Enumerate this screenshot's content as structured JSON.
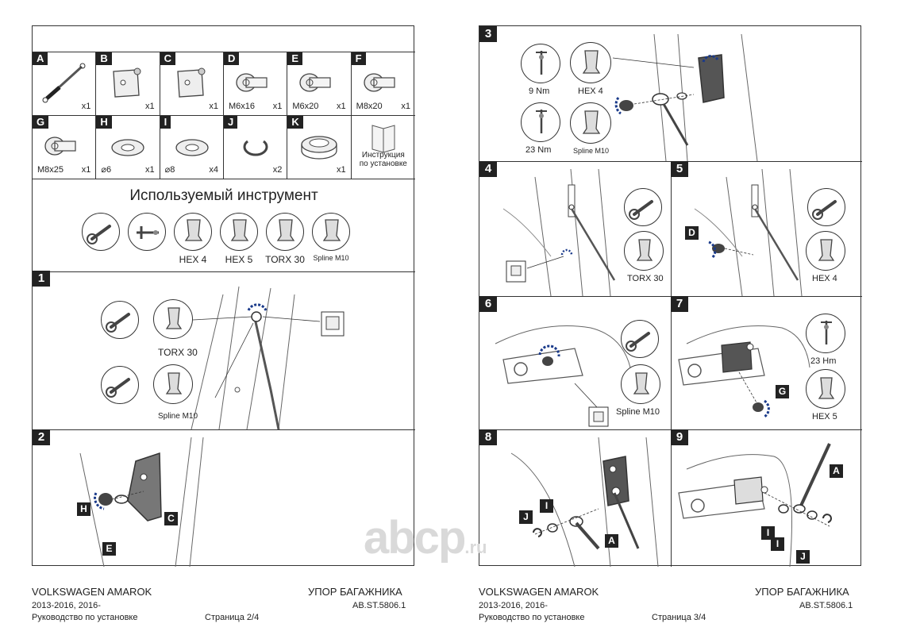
{
  "left_page": {
    "parts": [
      {
        "letter": "A",
        "size": "",
        "qty": "x1",
        "icon": "gas-strut-icon"
      },
      {
        "letter": "B",
        "size": "",
        "qty": "x1",
        "icon": "bracket-plate-icon"
      },
      {
        "letter": "C",
        "size": "",
        "qty": "x1",
        "icon": "bracket-plate-icon"
      },
      {
        "letter": "D",
        "size": "M6x16",
        "qty": "x1",
        "icon": "bolt-icon"
      },
      {
        "letter": "E",
        "size": "M6x20",
        "qty": "x1",
        "icon": "bolt-icon"
      },
      {
        "letter": "F",
        "size": "M8x20",
        "qty": "x1",
        "icon": "bolt-icon"
      },
      {
        "letter": "G",
        "size": "M8x25",
        "qty": "x1",
        "icon": "bolt-icon"
      },
      {
        "letter": "H",
        "size": "⌀6",
        "qty": "x1",
        "icon": "washer-icon"
      },
      {
        "letter": "I",
        "size": "⌀8",
        "qty": "x4",
        "icon": "washer-icon"
      },
      {
        "letter": "J",
        "size": "",
        "qty": "x2",
        "icon": "clip-icon"
      },
      {
        "letter": "K",
        "size": "",
        "qty": "x1",
        "icon": "grommet-icon"
      }
    ],
    "manual_label": "Инструкция по установке",
    "tools_title": "Используемый инструмент",
    "tools": [
      "",
      "",
      "HEX 4",
      "HEX 5",
      "TORX 30",
      "Spline M10"
    ],
    "step1": {
      "num": "1",
      "tool1": "TORX 30",
      "tool2": "Spline M10"
    },
    "step2": {
      "num": "2",
      "callouts": [
        "H",
        "C",
        "E"
      ]
    },
    "footer": {
      "brand": "VOLKSWAGEN AMAROK",
      "years": "2013-2016, 2016-",
      "doc": "Руководство по установке",
      "page": "Страница 2/4",
      "product": "УПОР БАГАЖНИКА",
      "code": "AB.ST.5806.1"
    }
  },
  "right_page": {
    "step3": {
      "num": "3",
      "torque1": "9 Nm",
      "tool1": "HEX 4",
      "torque2": "23 Nm",
      "tool2": "Spline M10"
    },
    "step4": {
      "num": "4"
    },
    "step5": {
      "num": "5",
      "tool": "HEX 4",
      "callout": "D"
    },
    "step4_tool": "TORX 30",
    "step6": {
      "num": "6",
      "tool": "Spline M10"
    },
    "step7": {
      "num": "7",
      "torque": "23 Hm",
      "tool": "HEX 5",
      "callout": "G"
    },
    "step8": {
      "num": "8",
      "callouts": [
        "J",
        "I",
        "A"
      ]
    },
    "step9": {
      "num": "9",
      "callouts": [
        "A",
        "I",
        "I",
        "J"
      ]
    },
    "footer": {
      "brand": "VOLKSWAGEN AMAROK",
      "years": "2013-2016, 2016-",
      "doc": "Руководство по установке",
      "page": "Страница 3/4",
      "product": "УПОР БАГАЖНИКА",
      "code": "AB.ST.5806.1"
    }
  },
  "watermark": {
    "main": "abcp",
    "suffix": ".ru"
  }
}
